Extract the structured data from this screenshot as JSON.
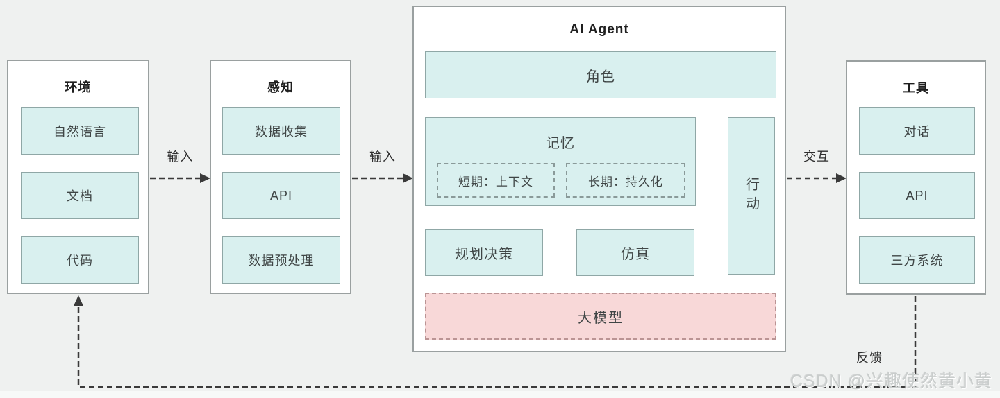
{
  "diagram": {
    "environment": {
      "title": "环境",
      "items": [
        "自然语言",
        "文档",
        "代码"
      ]
    },
    "perception": {
      "title": "感知",
      "items": [
        "数据收集",
        "API",
        "数据预处理"
      ]
    },
    "agent": {
      "title": "AI Agent",
      "role": "角色",
      "memory": {
        "title": "记忆",
        "short_term": "短期：上下文",
        "long_term": "长期：持久化"
      },
      "action": "行动",
      "planning": "规划决策",
      "simulation": "仿真",
      "large_model": "大模型"
    },
    "tools": {
      "title": "工具",
      "items": [
        "对话",
        "API",
        "三方系统"
      ]
    },
    "labels": {
      "input_1": "输入",
      "input_2": "输入",
      "interaction": "交互",
      "feedback": "反馈"
    }
  },
  "watermark": "CSDN @兴趣使然黄小黄",
  "colors": {
    "bg": "#eff1f0",
    "box-bg": "#ffffff",
    "box-border": "#9aa0a0",
    "chip-bg": "#d9f0ef",
    "chip-border": "#8fa7a6",
    "pink-bg": "#f8d8d8",
    "pink-border": "#bb9494",
    "arrow": "#3a3a3a",
    "text": "#3f4545",
    "title-text": "#1f1f1f",
    "watermark": "#c9cdcc"
  }
}
